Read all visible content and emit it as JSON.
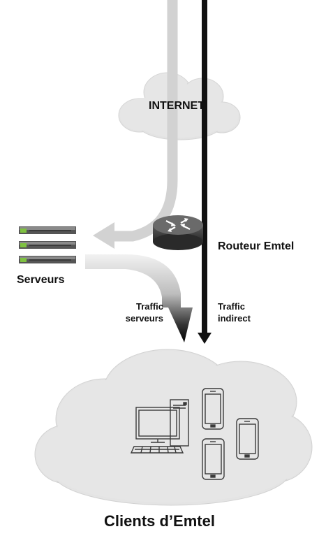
{
  "labels": {
    "internet": "INTERNET",
    "router": "Routeur Emtel",
    "servers": "Serveurs",
    "traffic_servers_line1": "Traffic",
    "traffic_servers_line2": "serveurs",
    "traffic_indirect_line1": "Traffic",
    "traffic_indirect_line2": "indirect",
    "clients": "Clients d’Emtel"
  },
  "icons": {
    "router": "router-icon",
    "servers": "server-rack-icon",
    "desktop": "desktop-computer-icon",
    "phones": "smartphone-icon"
  },
  "colors": {
    "cloud": "#e8e8e8",
    "cloud_edge": "#d4d4d4",
    "internet_path": "#d0d0d0",
    "indirect_line": "#111111",
    "router_body": "#3a3a3a",
    "server_green": "#7fc241"
  }
}
